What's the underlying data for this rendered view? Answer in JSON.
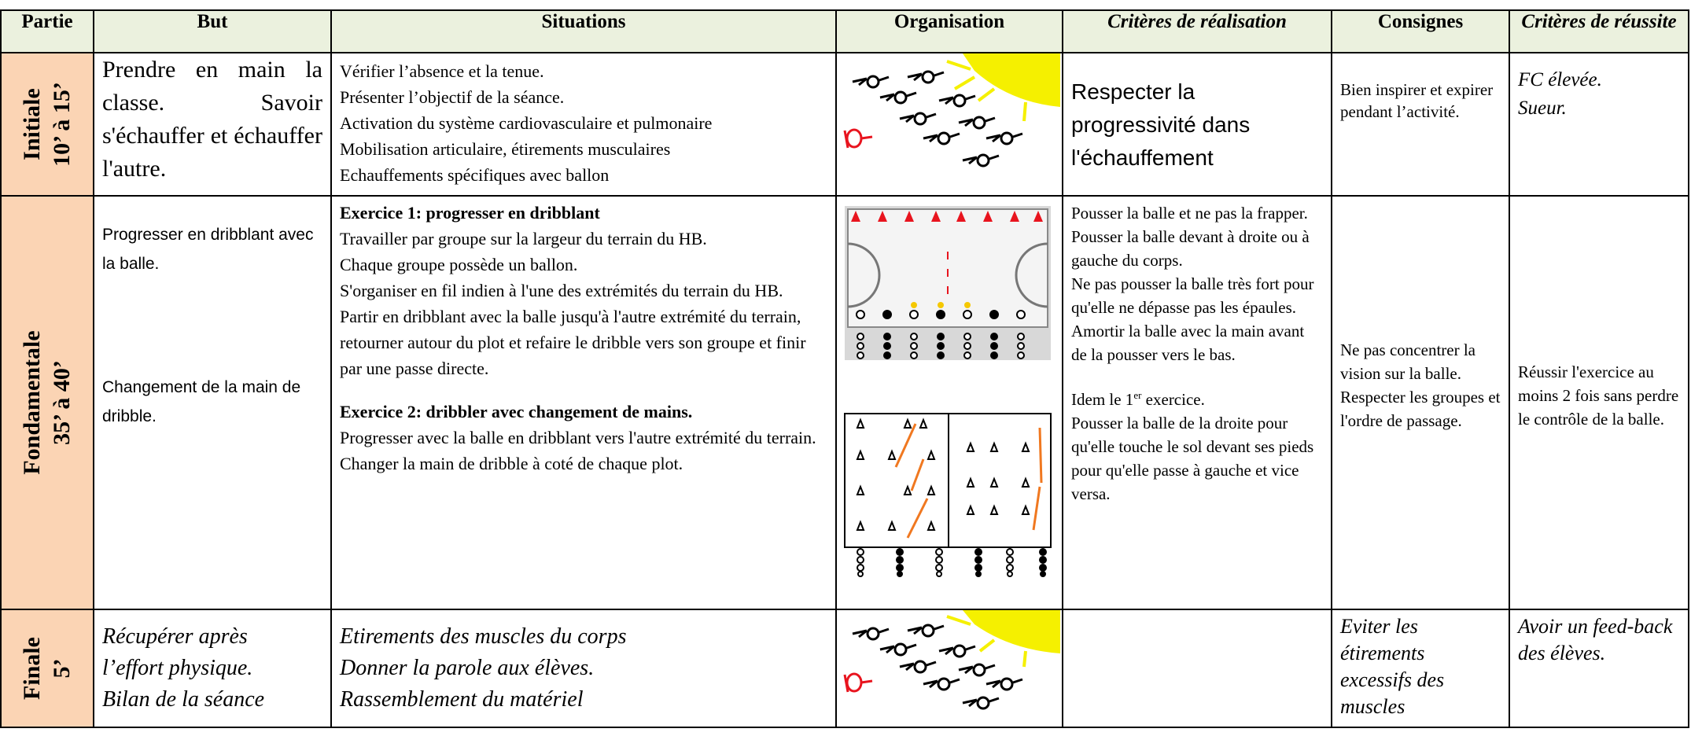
{
  "headers": {
    "partie": "Partie",
    "but": "But",
    "situations": "Situations",
    "organisation": "Organisation",
    "criteres_realisation": "Critères de réalisation",
    "consignes": "Consignes",
    "criteres_reussite": "Critères de réussite"
  },
  "rows": {
    "initiale": {
      "part_name": "Initiale",
      "part_time": "10’ à 15’",
      "but": "Prendre en main la classe. Savoir s'échauffer et échauffer l'autre.",
      "situations": [
        "Vérifier l’absence et la tenue.",
        "Présenter l’objectif de la séance.",
        "Activation du système cardiovasculaire et pulmonaire",
        "Mobilisation articulaire, étirements musculaires",
        "Echauffements spécifiques avec ballon"
      ],
      "criteres_realisation": "Respecter la progressivité dans l'échauffement",
      "consignes": "Bien inspirer et expirer pendant l’activité.",
      "criteres_reussite": [
        "FC élevée.",
        "Sueur."
      ]
    },
    "fondamentale": {
      "part_name": "Fondamentale",
      "part_time": "35’ à 40’",
      "but_1": "Progresser en dribblant avec la balle.",
      "but_2": "Changement de la main de dribble.",
      "ex1_title": "Exercice 1: progresser en dribblant",
      "ex1_lines": [
        "Travailler par groupe  sur la largeur du terrain du HB.",
        "Chaque groupe possède un ballon.",
        "S'organiser en fil indien à l'une des extrémités du terrain du HB.",
        "Partir en dribblant avec la balle jusqu'à l'autre extrémité du terrain, retourner autour du plot et refaire le dribble vers son groupe et finir par une passe directe."
      ],
      "ex2_title": "Exercice 2: dribbler avec changement de mains.",
      "ex2_lines": [
        "Progresser avec la balle en dribblant vers l'autre extrémité du terrain.",
        "Changer la main de dribble à coté de chaque plot."
      ],
      "criteres_realisation_1": [
        "Pousser la balle et ne pas la frapper.",
        "Pousser la balle devant à droite ou à gauche du corps.",
        "Ne pas pousser la balle très fort pour qu'elle ne dépasse pas les épaules.",
        "Amortir la balle avec la main avant de la pousser vers le bas."
      ],
      "criteres_realisation_2_pre": "Idem le 1",
      "criteres_realisation_2_sup": "er",
      "criteres_realisation_2_post": " exercice.",
      "criteres_realisation_3": "Pousser la balle de la droite pour qu'elle touche le sol devant ses pieds pour qu'elle passe à gauche et vice versa.",
      "consignes": [
        "Ne pas concentrer la vision sur la balle.",
        "Respecter les groupes et l'ordre de passage."
      ],
      "criteres_reussite": "Réussir l'exercice au moins 2 fois sans perdre le contrôle de la balle."
    },
    "finale": {
      "part_name": "Finale",
      "part_time": "5’",
      "but": [
        "Récupérer après",
        "l’effort physique.",
        "Bilan de la séance"
      ],
      "situations": [
        "Etirements des muscles du corps",
        "Donner la parole aux élèves.",
        "Rassemblement du matériel"
      ],
      "criteres_realisation": "",
      "consignes": "Eviter les étirements excessifs des muscles",
      "criteres_reussite": "Avoir  un feed-back des élèves."
    }
  },
  "colors": {
    "header_bg": "#ebf1de",
    "partie_bg": "#fbd4b4",
    "sun": "#f5f000",
    "cone_red": "#e8141e",
    "arrow_orange": "#f07820"
  }
}
